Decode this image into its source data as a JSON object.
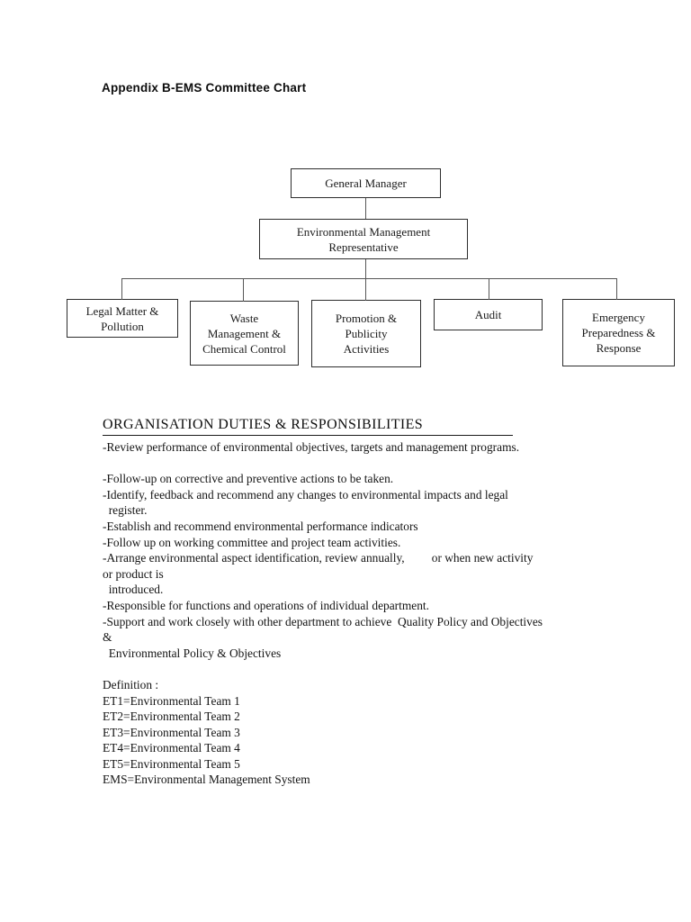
{
  "page": {
    "title": "Appendix B-EMS Committee Chart"
  },
  "org_chart": {
    "nodes": [
      {
        "id": "general-manager",
        "label": "General Manager"
      },
      {
        "id": "environmental-management-representative",
        "label": "Environmental Management\nRepresentative"
      },
      {
        "id": "legal-matter-pollution",
        "label": "Legal Matter &\nPollution"
      },
      {
        "id": "waste-management-chemical-control",
        "label": "Waste\nManagement &\nChemical Control"
      },
      {
        "id": "promotion-publicity-activities",
        "label": "Promotion &\nPublicity\nActivities"
      },
      {
        "id": "audit",
        "label": "Audit"
      },
      {
        "id": "emergency-preparedness-response",
        "label": "Emergency\nPreparedness &\nResponse"
      }
    ]
  },
  "duties": {
    "heading": "ORGANISATION  DUTIES  & RESPONSIBILITIES",
    "lines": [
      "-Review performance of environmental objectives, targets and management programs.",
      "",
      "-Follow-up on corrective and preventive actions to be taken.",
      "-Identify, feedback and recommend any changes to environmental impacts and legal",
      "  register.",
      "-Establish and recommend environmental performance indicators",
      "-Follow up on working committee and project team activities.",
      "-Arrange environmental aspect identification, review annually,         or when new activity",
      "or product is",
      "  introduced.",
      "-Responsible for functions and operations of individual department.",
      "-Support and work closely with other department to achieve  Quality Policy and Objectives",
      "&",
      "  Environmental Policy & Objectives"
    ]
  },
  "definitions": {
    "label": "Definition :",
    "items": [
      "ET1=Environmental Team 1",
      "ET2=Environmental Team 2",
      "ET3=Environmental Team 3",
      "ET4=Environmental Team 4",
      "ET5=Environmental Team 5",
      "EMS=Environmental Management System"
    ]
  }
}
